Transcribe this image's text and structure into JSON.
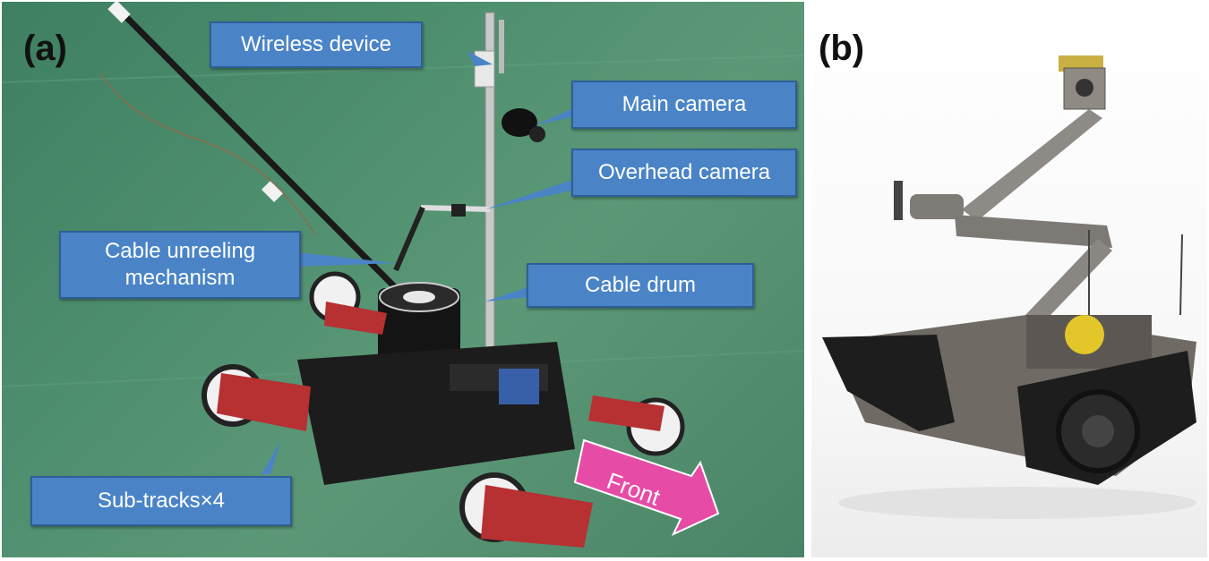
{
  "panel_a": {
    "label": "(a)",
    "callouts": {
      "wireless_device": "Wireless device",
      "main_camera": "Main camera",
      "overhead_camera": "Overhead camera",
      "cable_unreeling": "Cable unreeling mechanism",
      "cable_drum": "Cable drum",
      "sub_tracks": "Sub-tracks×4"
    },
    "front_arrow_label": "Front"
  },
  "panel_b": {
    "label": "(b)"
  },
  "colors": {
    "callout_fill": "#4a84c7",
    "front_arrow": "#e64ca6",
    "floor": "#4e8f6f"
  }
}
